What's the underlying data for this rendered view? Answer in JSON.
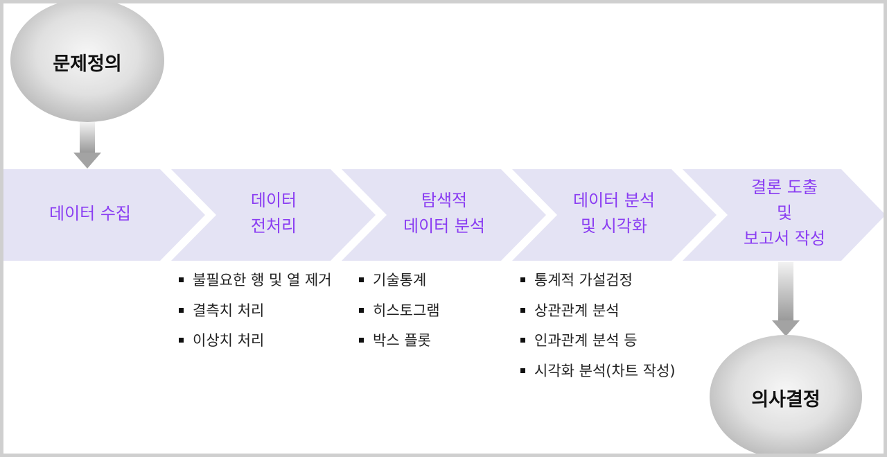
{
  "start": {
    "label": "문제정의"
  },
  "end": {
    "label": "의사결정"
  },
  "steps": [
    {
      "lines": [
        "데이터 수집"
      ]
    },
    {
      "lines": [
        "데이터",
        "전처리"
      ]
    },
    {
      "lines": [
        "탐색적",
        "데이터 분석"
      ]
    },
    {
      "lines": [
        "데이터 분석",
        "및 시각화"
      ]
    },
    {
      "lines": [
        "결론 도출",
        "및",
        "보고서 작성"
      ]
    }
  ],
  "details": [
    {
      "items": [
        "불필요한 행 및 열 제거",
        "결측치 처리",
        "이상치 처리"
      ]
    },
    {
      "items": [
        "기술통계",
        "히스토그램",
        "박스 플롯"
      ]
    },
    {
      "items": [
        "통계적 가설검정",
        "상관관계 분석",
        "인과관계 분석 등",
        "시각화 분석(차트 작성)"
      ]
    }
  ],
  "colors": {
    "chevron_fill": "#e4e3f4",
    "step_text": "#8a3df2",
    "circle_light": "#f4f4f4",
    "circle_dark": "#bdbdbd",
    "arrow": "#a9a9a9"
  }
}
